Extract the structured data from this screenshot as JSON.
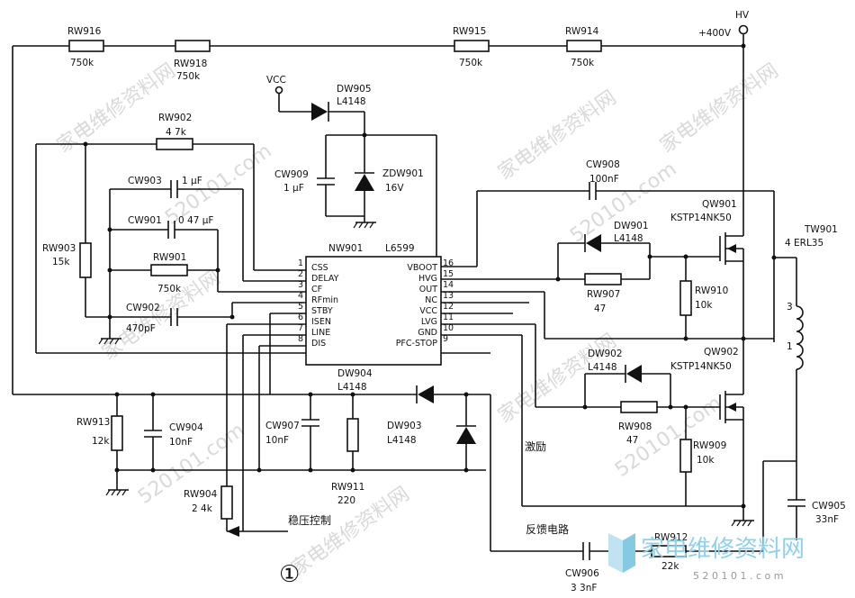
{
  "labels": {
    "hv": "HV",
    "v400": "+400V",
    "vcc": "VCC",
    "rw916": "RW916",
    "rw916v": "750k",
    "rw918": "RW918",
    "rw918v": "750k",
    "rw915": "RW915",
    "rw915v": "750k",
    "rw914": "RW914",
    "rw914v": "750k",
    "dw905": "DW905",
    "dw905v": "L4148",
    "rw902": "RW902",
    "rw902v": "4 7k",
    "cw909": "CW909",
    "cw909v": "1 μF",
    "zdw901": "ZDW901",
    "zdw901v": "16V",
    "cw903": "CW903",
    "cw903v": "1 μF",
    "cw901": "CW901",
    "cw901v": "0 47 μF",
    "rw901": "RW901",
    "rw901v": "750k",
    "rw903": "RW903",
    "rw903v": "15k",
    "cw902": "CW902",
    "cw902v": "470pF",
    "nw901": "NW901",
    "l6599": "L6599",
    "cw908": "CW908",
    "cw908v": "100nF",
    "qw901": "QW901",
    "qw901v": "KSTP14NK50",
    "tw901": "TW901",
    "tw901v": "4 ERL35",
    "dw901": "DW901",
    "dw901v": "L4148",
    "rw907": "RW907",
    "rw907v": "47",
    "rw910": "RW910",
    "rw910v": "10k",
    "dw902": "DW902",
    "dw902v": "L4148",
    "qw902": "QW902",
    "qw902v": "KSTP14NK50",
    "rw908": "RW908",
    "rw908v": "47",
    "rw909": "RW909",
    "rw909v": "10k",
    "dw904": "DW904",
    "dw904v": "L4148",
    "dw903": "DW903",
    "dw903v": "L4148",
    "rw913": "RW913",
    "rw913v": "12k",
    "cw904": "CW904",
    "cw904v": "10nF",
    "cw907": "CW907",
    "cw907v": "10nF",
    "rw911": "RW911",
    "rw911v": "220",
    "rw904": "RW904",
    "rw904v": "2 4k",
    "cw905": "CW905",
    "cw905v": "33nF",
    "cw906": "CW906",
    "cw906v": "3 3nF",
    "rw912": "RW912",
    "rw912v": "22k",
    "excite": "激励",
    "feedback": "反馈电路",
    "regulate": "稳压控制",
    "circled1": "①",
    "tw_pin3": "3",
    "tw_pin1": "1"
  },
  "ic_pins_left": [
    {
      "num": "1",
      "name": "CSS"
    },
    {
      "num": "2",
      "name": "DELAY"
    },
    {
      "num": "3",
      "name": "CF"
    },
    {
      "num": "4",
      "name": "RFmin"
    },
    {
      "num": "5",
      "name": "STBY"
    },
    {
      "num": "6",
      "name": "ISEN"
    },
    {
      "num": "7",
      "name": "LINE"
    },
    {
      "num": "8",
      "name": "DIS"
    }
  ],
  "ic_pins_right": [
    {
      "num": "16",
      "name": "VBOOT"
    },
    {
      "num": "15",
      "name": "HVG"
    },
    {
      "num": "14",
      "name": "OUT"
    },
    {
      "num": "13",
      "name": "NC"
    },
    {
      "num": "12",
      "name": "VCC"
    },
    {
      "num": "11",
      "name": "LVG"
    },
    {
      "num": "10",
      "name": "GND"
    },
    {
      "num": "9",
      "name": "PFC-STOP"
    }
  ],
  "watermarks": {
    "site_cn": "家电维修资料网",
    "site_num": "520101.com",
    "logo_cn": "家电维修资料网",
    "logo_url": "5 2 0 1 0 1 . c o m"
  }
}
